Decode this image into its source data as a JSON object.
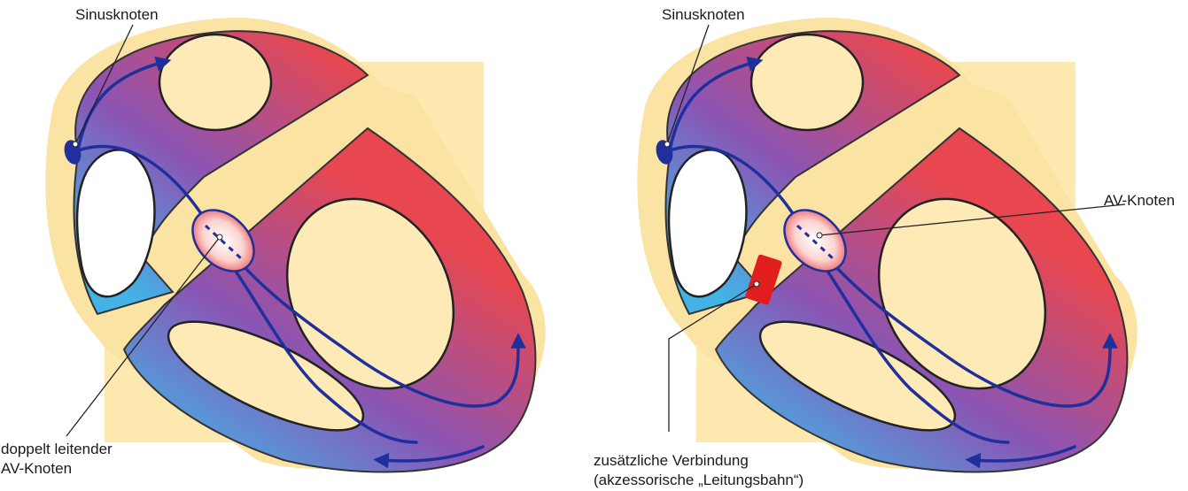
{
  "panels": [
    {
      "sinus_label": "Sinusknoten",
      "av_label_line1": "doppelt leitender",
      "av_label_line2": "AV-Knoten"
    },
    {
      "sinus_label": "Sinusknoten",
      "av_label": "AV-Knoten",
      "extra_label_line1": "zusätzliche Verbindung",
      "extra_label_line2": "(akzessorische „Leitungsbahn“)"
    }
  ],
  "colors": {
    "background_square": "#fde9b0",
    "halo": "#fbe3a3",
    "chamber_inner": "#fdeab6",
    "red": "#e8474f",
    "purple": "#8a55b5",
    "blue": "#43b3e6",
    "conduction_path": "#1f2f9c",
    "accessory_pathway": "#e21d1d"
  }
}
